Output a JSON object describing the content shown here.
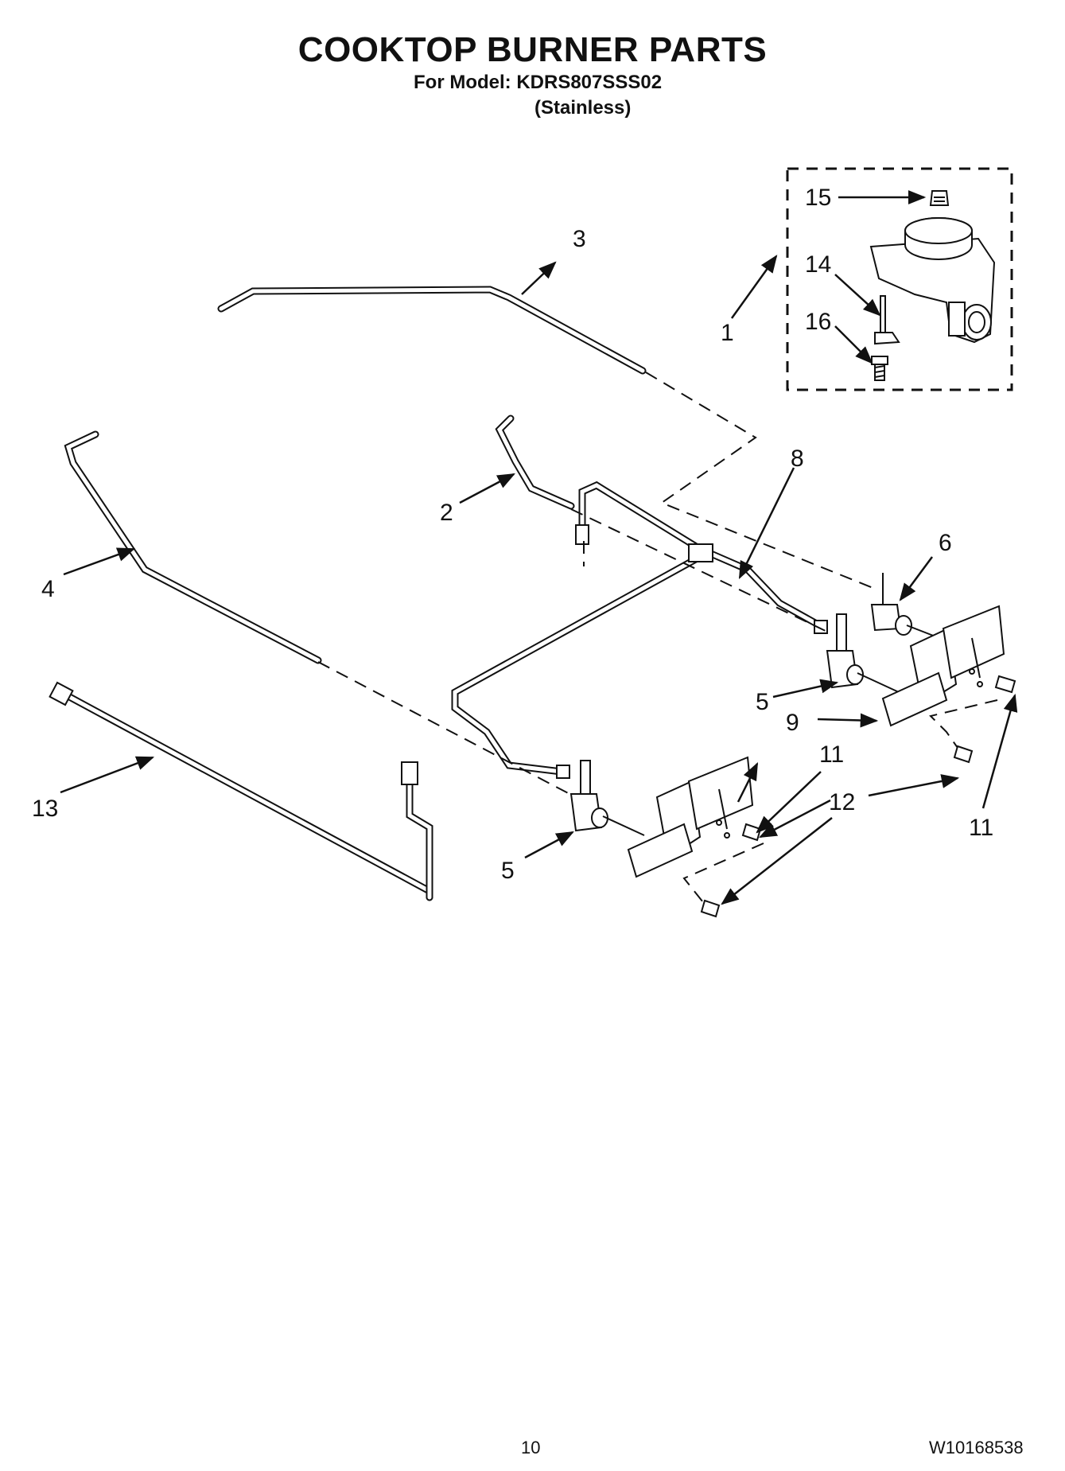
{
  "header": {
    "title": "COOKTOP BURNER PARTS",
    "model_line": "For Model: KDRS807SSS02",
    "finish": "(Stainless)"
  },
  "callouts": [
    "1",
    "2",
    "3",
    "4",
    "5",
    "5",
    "6",
    "8",
    "9",
    "11",
    "11",
    "12",
    "13",
    "14",
    "15",
    "16"
  ],
  "footer": {
    "page_number": "10",
    "document_number": "W10168538"
  }
}
